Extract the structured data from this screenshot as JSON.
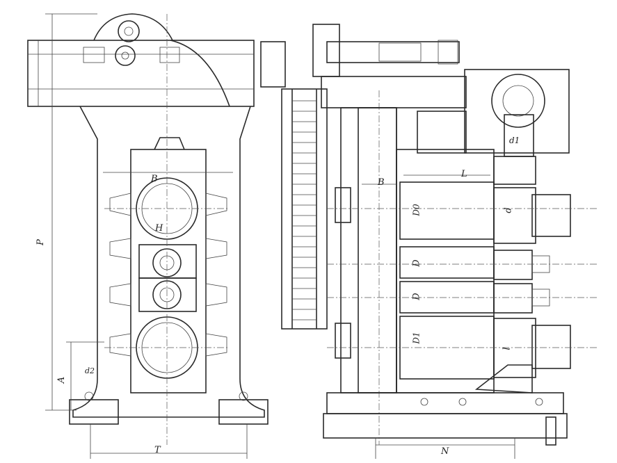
{
  "labels": {
    "P": "P",
    "B_left": "B",
    "H": "H",
    "A": "A",
    "d2": "d2",
    "T": "T",
    "B_right": "B",
    "L": "L",
    "D0": "D0",
    "D_upper": "D",
    "D_lower": "D",
    "D1": "D1",
    "d_upper": "d",
    "d_lower": "l",
    "d1": "d1",
    "N": "N"
  }
}
